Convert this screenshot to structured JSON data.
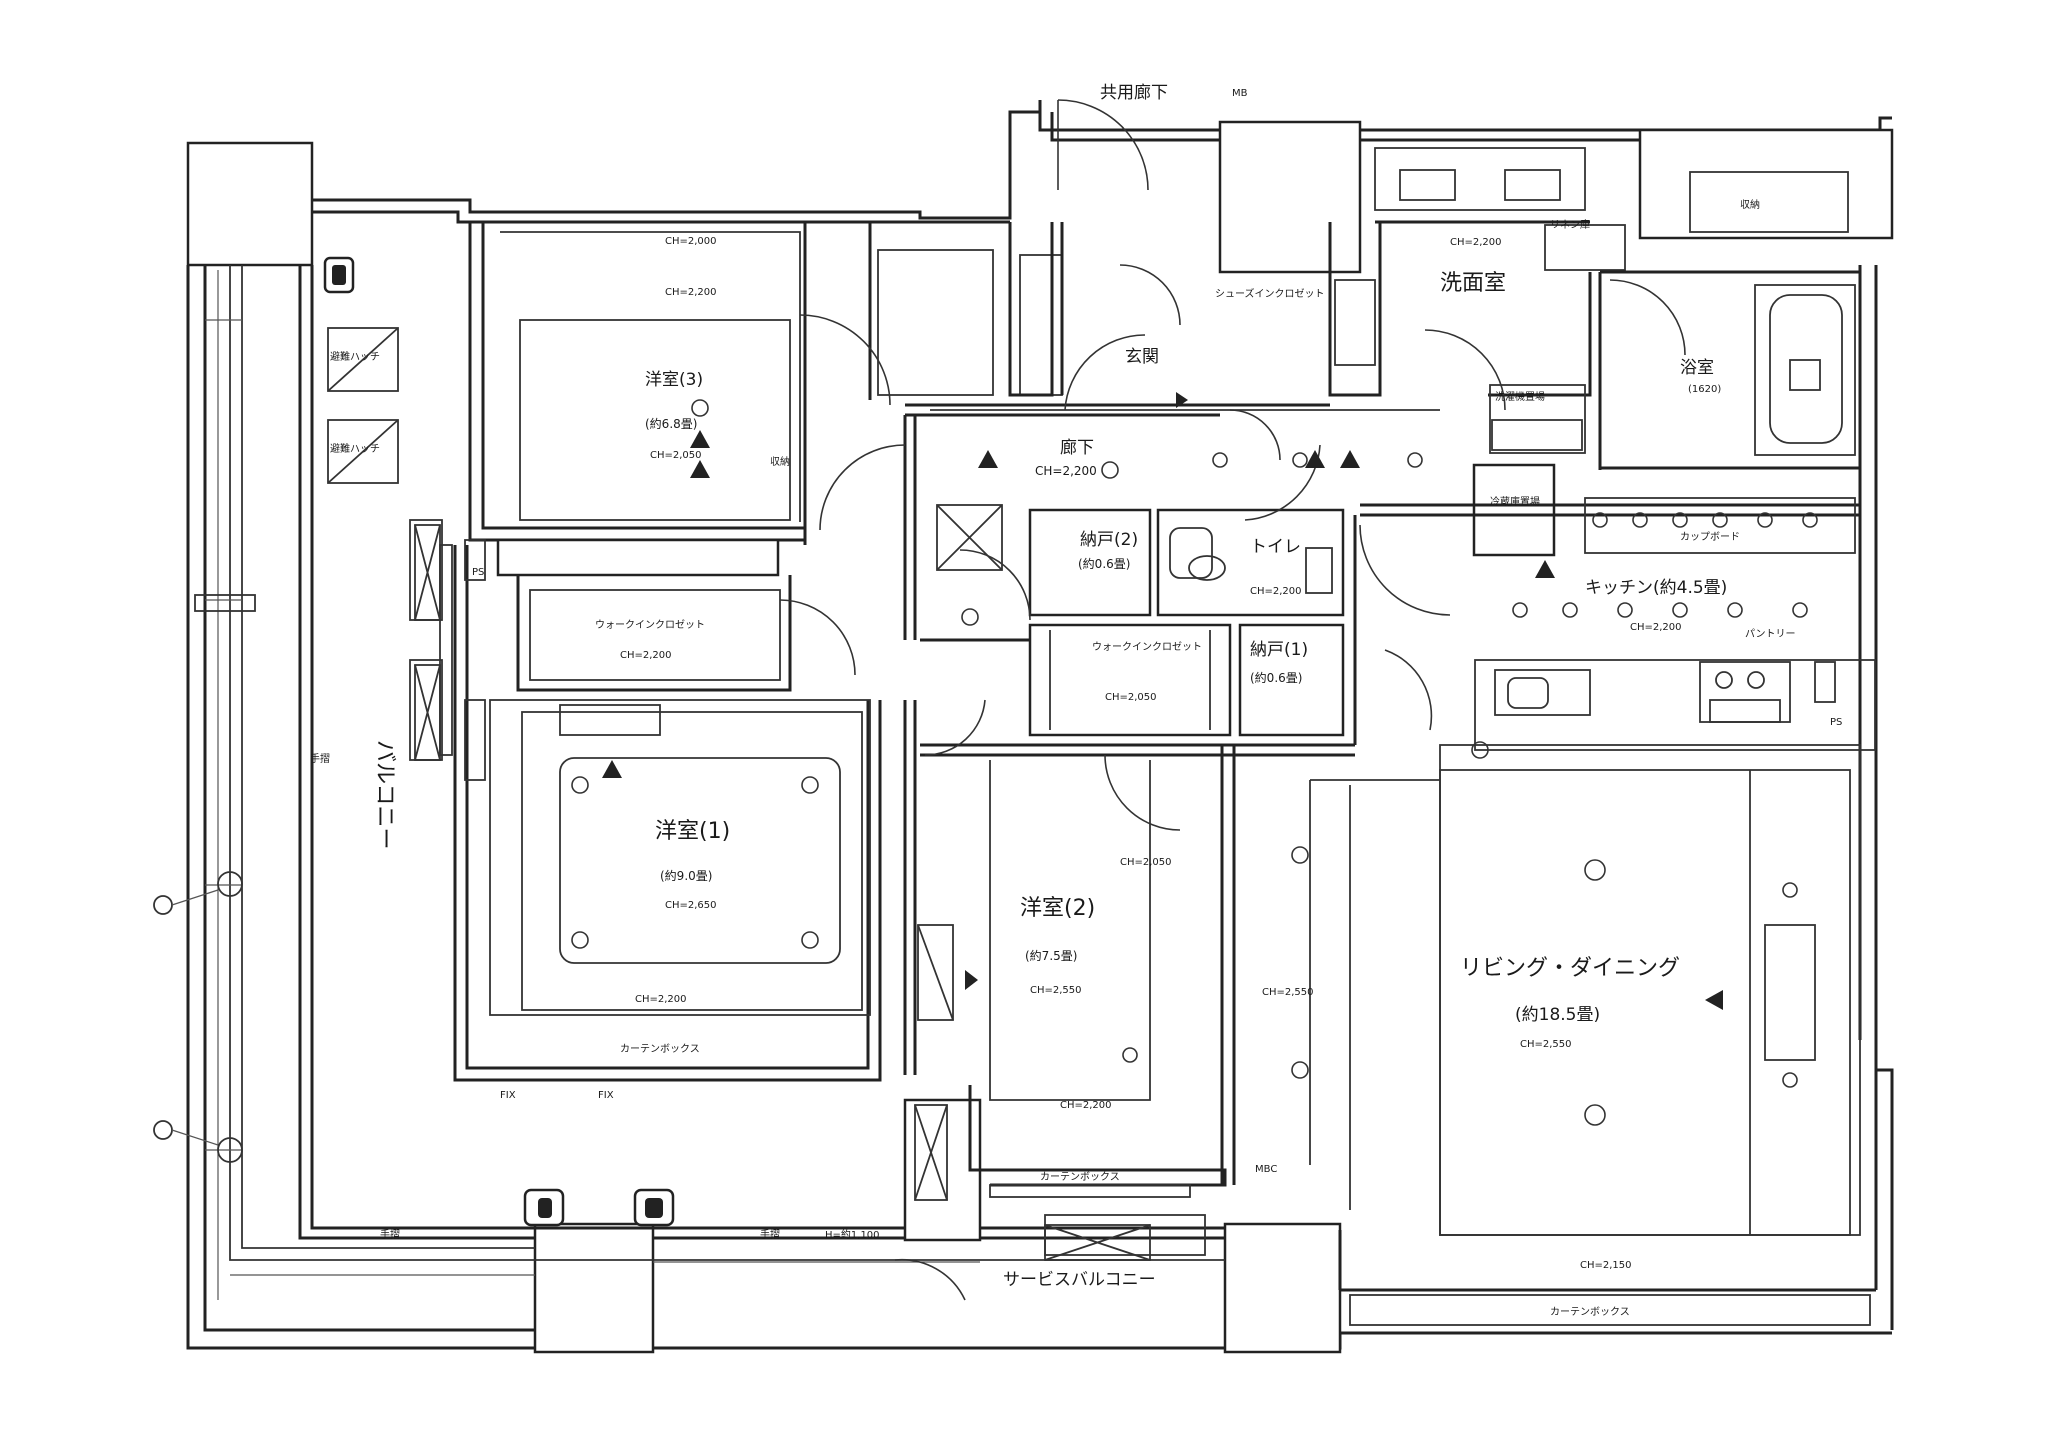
{
  "labels": {
    "corridor_common": "共用廊下",
    "mb": "MB",
    "entrance": "玄関",
    "hall": "廊下",
    "wash": "洗面室",
    "bath": "浴室",
    "bath_size": "(1620)",
    "bedroom3": "洋室(3)",
    "bedroom3_size": "(約6.8畳)",
    "bedroom1": "洋室(1)",
    "bedroom1_size": "(約9.0畳)",
    "bedroom2": "洋室(2)",
    "bedroom2_size": "(約7.5畳)",
    "storage2": "納戸(2)",
    "storage2_size": "(約0.6畳)",
    "storage1": "納戸(1)",
    "storage1_size": "(約0.6畳)",
    "toilet": "トイレ",
    "kitchen": "キッチン(約4.5畳)",
    "living": "リビング・ダイニング",
    "living_size": "(約18.5畳)",
    "balcony": "バルコニー",
    "service_balcony": "サービスバルコニー",
    "wic": "ウォークインクロゼット",
    "wic_small": "ウォークインクロゼット",
    "shoes": "シューズインクロゼット",
    "curtain_box": "カーテンボックス",
    "handrail": "手摺",
    "fix": "FIX",
    "ps": "PS",
    "mbc": "MBC",
    "pantry": "パントリー",
    "cupboard": "カップボード",
    "laundry": "洗濯機置場",
    "fridge": "冷蔵庫置場",
    "linen": "リネン庫",
    "stocker": "収納",
    "storage_box": "収納",
    "evac": "避難ハッチ",
    "ch_2200": "CH=2,200",
    "ch_2050": "CH=2,050",
    "ch_2650": "CH=2,650",
    "ch_2550": "CH=2,550",
    "ch_2550b": "CH=2,550",
    "ch_2200b": "CH=2,200",
    "ch_2000": "CH=2,000",
    "ch_2150": "CH=2,150",
    "h1100": "H=約1,100"
  },
  "colors": {
    "line": "#222222",
    "background": "#ffffff"
  }
}
